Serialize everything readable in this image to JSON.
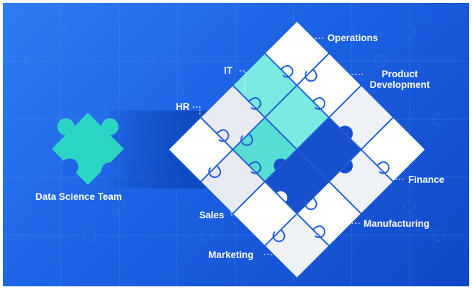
{
  "diagram": {
    "source_label": "Data Science Team",
    "departments": {
      "operations": "Operations",
      "it": "IT",
      "product_development": [
        "Product",
        "Development"
      ],
      "hr": "HR",
      "finance": "Finance",
      "sales": "Sales",
      "manufacturing": "Manufacturing",
      "marketing": "Marketing"
    }
  },
  "colors": {
    "background": "#1f66e6",
    "piece_white": "#ffffff",
    "piece_shade": "#e4e8ef",
    "piece_teal": "#2bd5c6",
    "piece_teal_light": "#7ae9e2",
    "path_dark": "#0d46b8",
    "connector": "#1f5fd6"
  }
}
